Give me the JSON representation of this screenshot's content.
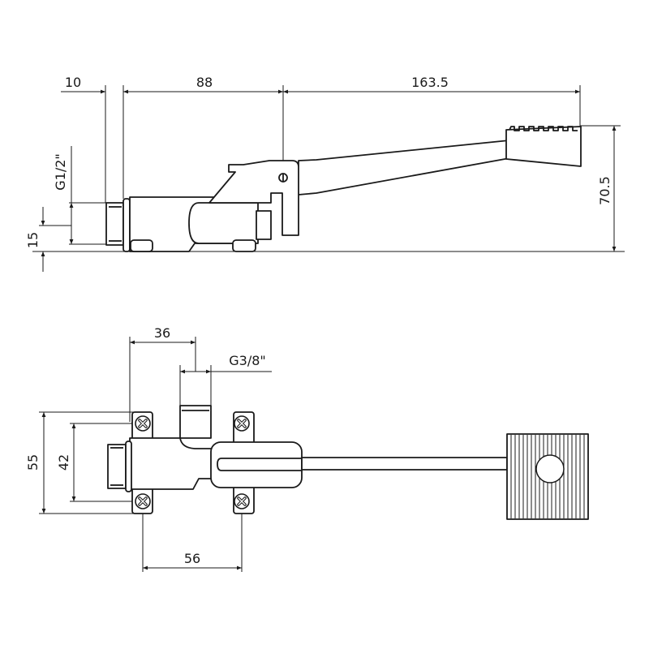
{
  "side_view": {
    "dim_offset": "10",
    "dim_pivot": "88",
    "dim_lever": "163.5",
    "dim_height": "70.5",
    "dim_inlet_height": "15",
    "thread_inlet": "G1/2\""
  },
  "top_view": {
    "dim_outlet_offset": "36",
    "thread_outlet": "G3/8\"",
    "dim_plate_width": "55",
    "dim_screw_spacing_v": "42",
    "dim_screw_spacing_h": "56"
  }
}
